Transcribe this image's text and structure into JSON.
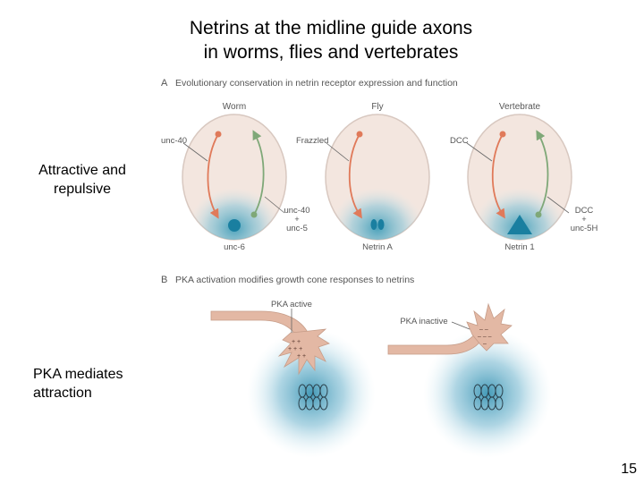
{
  "slide": {
    "title_line1": "Netrins at the midline guide axons",
    "title_line2": "in worms, flies and vertebrates",
    "label_attractive_line1": "Attractive and",
    "label_attractive_line2": "repulsive",
    "label_pka_line1": "PKA mediates",
    "label_pka_line2": "attraction",
    "page_number": "15"
  },
  "figure": {
    "panel_a": {
      "letter": "A",
      "title": "Evolutionary conservation in netrin receptor expression and function",
      "columns": [
        {
          "organism": "Worm",
          "receptor_top": "unc-40",
          "receptor_bottom_1": "unc-40",
          "receptor_bottom_2": "+",
          "receptor_bottom_3": "unc-5",
          "ligand": "unc-6"
        },
        {
          "organism": "Fly",
          "receptor_top": "Frazzled",
          "ligand": "Netrin A"
        },
        {
          "organism": "Vertebrate",
          "receptor_top": "DCC",
          "receptor_bottom_1": "DCC",
          "receptor_bottom_2": "+",
          "receptor_bottom_3": "unc-5H",
          "ligand": "Netrin 1"
        }
      ]
    },
    "panel_b": {
      "letter": "B",
      "title": "PKA activation modifies growth cone responses to netrins",
      "left_label": "PKA active",
      "right_label": "PKA inactive"
    }
  },
  "colors": {
    "oval_fill": "#f3e6df",
    "oval_stroke": "#d8c8c0",
    "attractive_axon": "#e07a5a",
    "repulsive_axon": "#7fa878",
    "netrin_blue": "#1a8aa8",
    "growth_cone": "#e3b8a4"
  }
}
